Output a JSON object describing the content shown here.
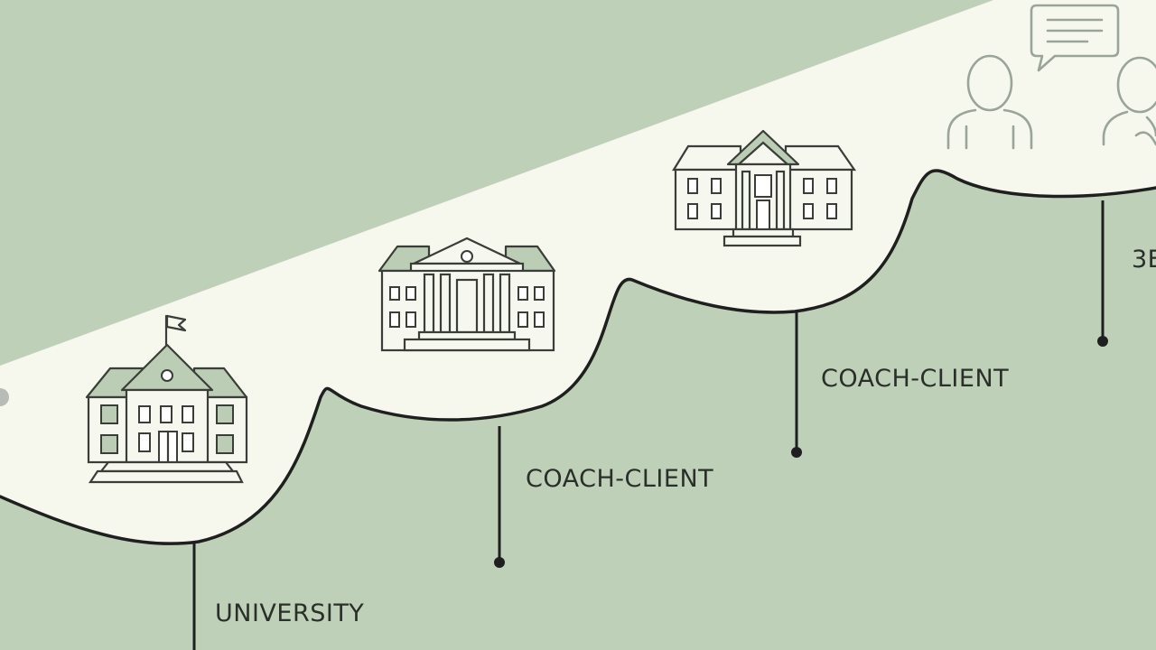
{
  "diagram": {
    "colors": {
      "background": "#bfd0b9",
      "pathway": "#f6f8ee",
      "line": "#1f1f1f",
      "icon_accent": "#bccdb5",
      "text": "#2a2f29"
    },
    "steps": [
      {
        "label": "UNIVERSITY",
        "icon": "university-building-icon"
      },
      {
        "label": "COACH-CLIENT",
        "icon": "classical-building-icon"
      },
      {
        "label": "COACH-CLIENT",
        "icon": "manor-building-icon"
      },
      {
        "label": "3E",
        "icon": "people-chat-icon"
      }
    ]
  }
}
